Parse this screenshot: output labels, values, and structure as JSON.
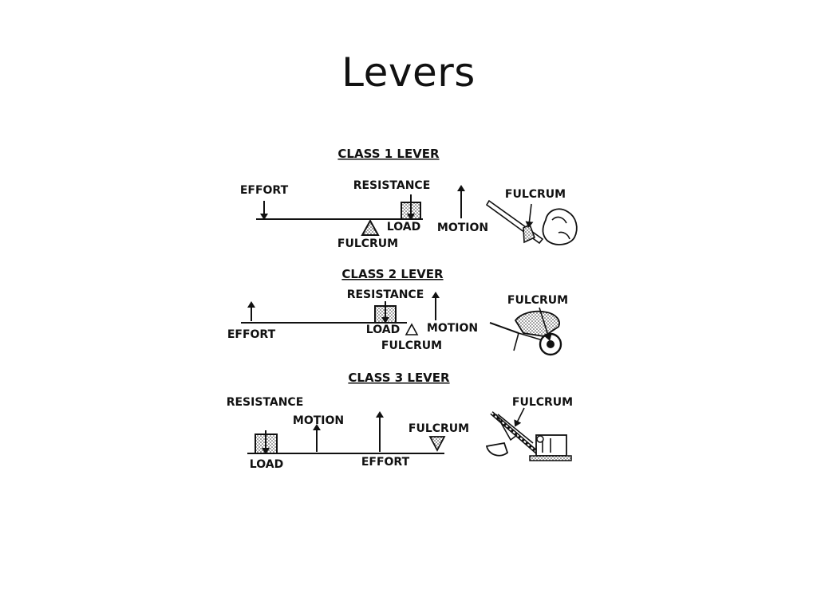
{
  "slide": {
    "title": "Levers"
  },
  "class1": {
    "heading": "CLASS 1 LEVER",
    "effort": "EFFORT",
    "resistance": "RESISTANCE",
    "load": "LOAD",
    "fulcrum": "FULCRUM",
    "motion": "MOTION",
    "picture_fulcrum": "FULCRUM"
  },
  "class2": {
    "heading": "CLASS 2 LEVER",
    "effort": "EFFORT",
    "resistance": "RESISTANCE",
    "load": "LOAD",
    "fulcrum": "FULCRUM",
    "motion": "MOTION",
    "picture_fulcrum": "FULCRUM"
  },
  "class3": {
    "heading": "CLASS 3 LEVER",
    "effort": "EFFORT",
    "resistance": "RESISTANCE",
    "load": "LOAD",
    "fulcrum": "FULCRUM",
    "motion": "MOTION",
    "picture_fulcrum": "FULCRUM"
  },
  "icons": [
    "crowbar-rock-icon",
    "wheelbarrow-icon",
    "power-shovel-icon"
  ]
}
